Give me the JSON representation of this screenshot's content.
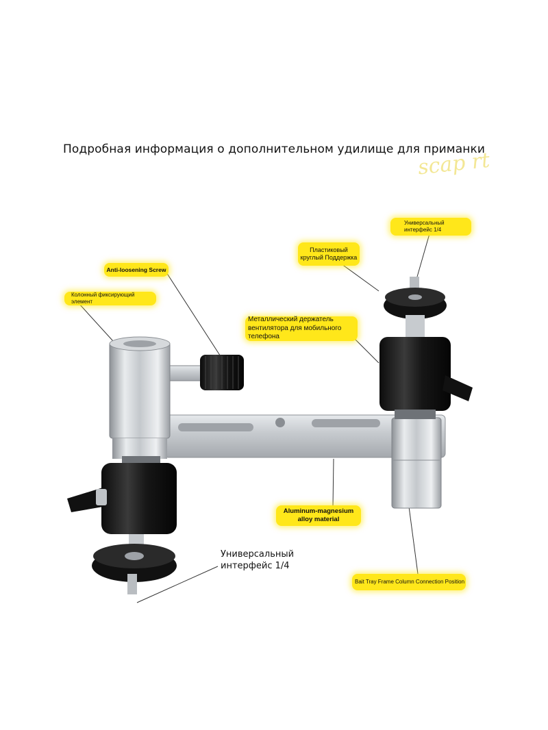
{
  "title": "Подробная информация о дополнительном удилище для приманки",
  "watermark": "scap rt",
  "labels": {
    "universal_top": "Универсальный интерфейс 1/4",
    "plastic_support": "Пластиковый круглый Поддержка",
    "anti_loosening": "Anti-loosening Screw",
    "column_fixing": "Колонный фиксирующий элемент",
    "metal_holder": "Металлический держатель вентилятора для мобильного телефона",
    "aluminum": "Aluminum-magnesium alloy material",
    "universal_bottom": "Универсальный интерфейс 1/4",
    "bait_tray": "Bait Tray Frame Column Connection Position"
  },
  "colors": {
    "highlight": "#ffe71a",
    "aluminum": "#c9cdd1",
    "black_part": "#1a1a1a"
  }
}
